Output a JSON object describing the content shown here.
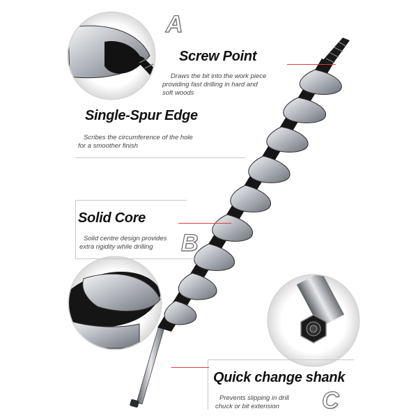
{
  "features": {
    "screw_point": {
      "letter": "A",
      "title": "Screw Point",
      "desc": [
        "Draws the bit into the work piece",
        "providing fast drilling in hard and",
        "soft woods"
      ]
    },
    "single_spur": {
      "title": "Single-Spur Edge",
      "desc": [
        "Scribes the circumference of the hole",
        "for a smoother finish"
      ]
    },
    "solid_core": {
      "letter": "B",
      "title": "Solid Core",
      "desc": [
        "Solid centre design provides",
        "extra rigidity while drilling"
      ]
    },
    "quick_change": {
      "letter": "C",
      "title": "Quick change shank",
      "desc": [
        "Prevents slipping in drill",
        "chuck or bit extension"
      ]
    }
  },
  "colors": {
    "pointer": "#e23b3b",
    "rule": "#c9c9c9",
    "steel": "#b8bcc2",
    "dark": "#141414"
  }
}
